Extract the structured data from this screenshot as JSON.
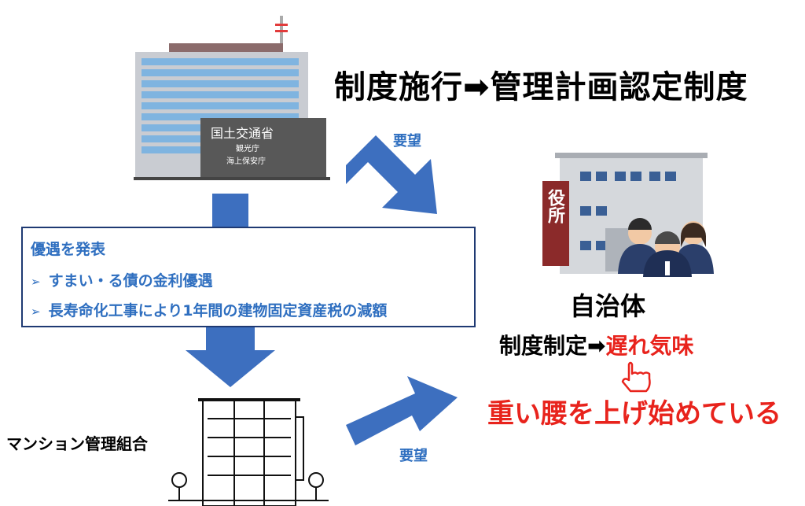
{
  "title": "制度施行➡管理計画認定制度",
  "ministry": {
    "sign_main": "国土交通省",
    "sign_sub1": "観光庁",
    "sign_sub2": "海上保安庁"
  },
  "arrows": {
    "demand_top": "要望",
    "demand_bottom": "要望"
  },
  "infobox": {
    "heading": "優遇を発表",
    "bullet_glyph": "➢",
    "items": [
      "すまい・る債の金利優遇",
      "長寿命化工事により1年間の建物固定資産税の減額"
    ]
  },
  "municipality": {
    "sign": "役所",
    "label": "自治体",
    "status_prefix": "制度制定➡",
    "status_highlight": "遅れ気味",
    "conclusion": "重い腰を上げ始めている"
  },
  "union": {
    "label": "マンション管理組合"
  },
  "colors": {
    "accent_blue": "#2f6fc0",
    "arrow_blue": "#3d6fbf",
    "box_border": "#1f3a73",
    "highlight_red": "#e8231c"
  },
  "icons": [
    "government-building-icon",
    "city-hall-icon",
    "officials-icon",
    "pointing-hand-icon",
    "apartment-building-icon"
  ]
}
